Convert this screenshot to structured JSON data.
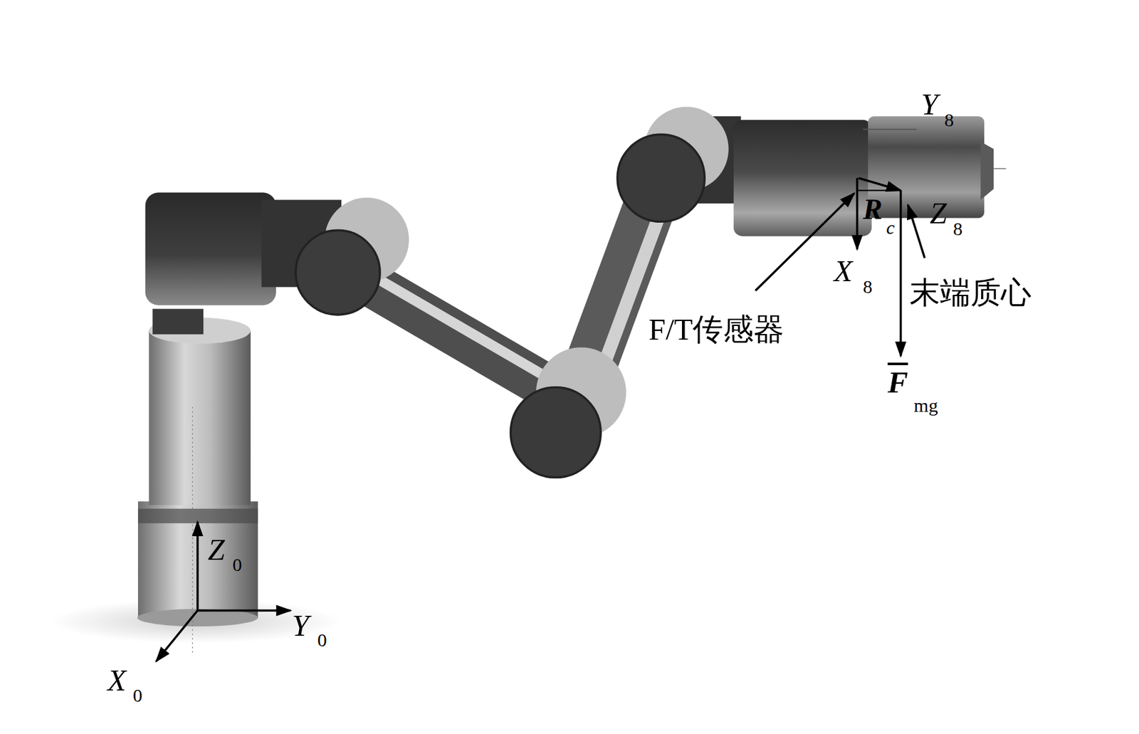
{
  "diagram": {
    "labels": [
      "Y",
      "8",
      "R",
      "c",
      "Z",
      "8",
      "X",
      "8",
      "F/T传感器",
      "末端质心",
      "F",
      "mg",
      "Z",
      "0",
      "Y",
      "0",
      "X",
      "0"
    ]
  }
}
